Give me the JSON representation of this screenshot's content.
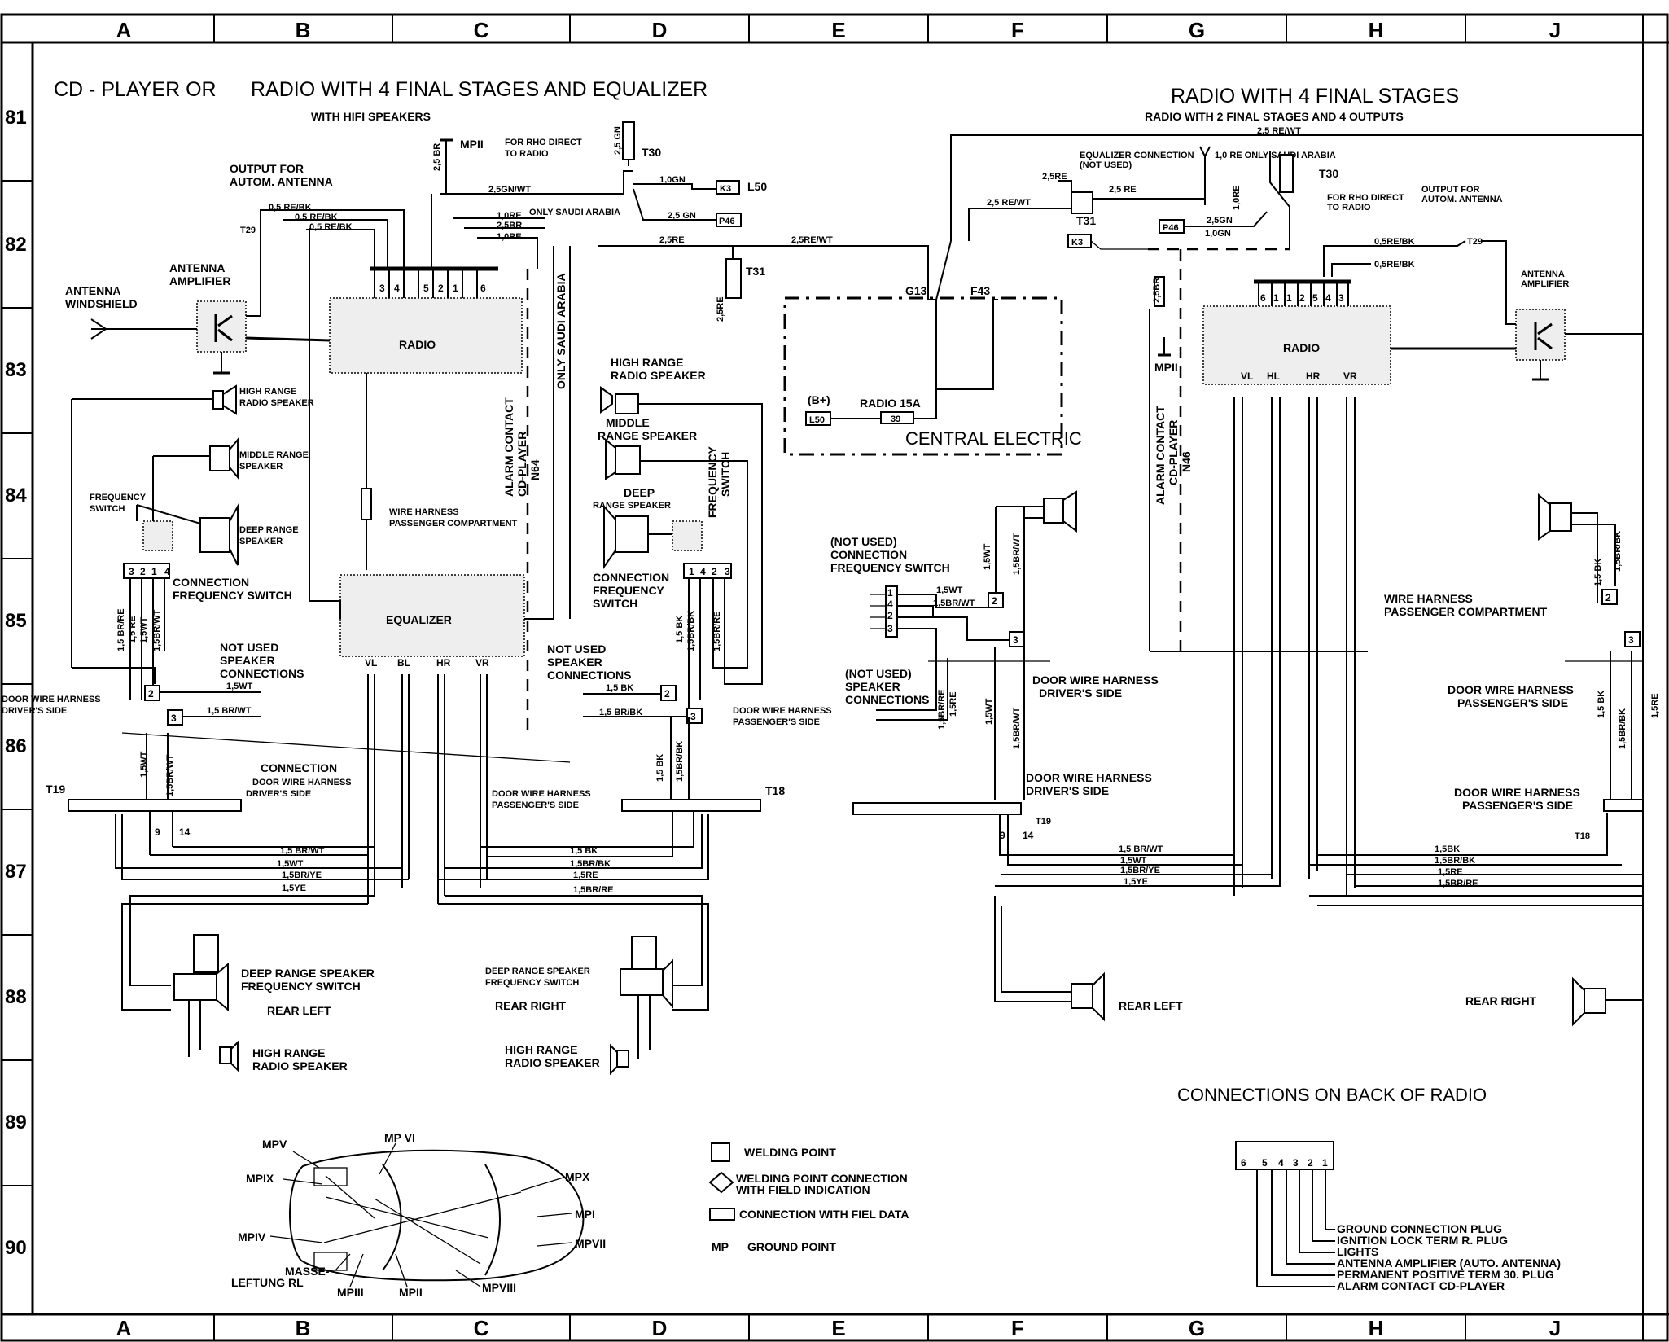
{
  "grid": {
    "columns": [
      "A",
      "B",
      "C",
      "D",
      "E",
      "F",
      "G",
      "H",
      "J"
    ],
    "rows": [
      "81",
      "82",
      "83",
      "84",
      "85",
      "86",
      "87",
      "88",
      "89",
      "90"
    ]
  },
  "left": {
    "title1": "CD - PLAYER OR",
    "title2": "RADIO WITH 4 FINAL STAGES AND EQUALIZER",
    "subtitle": "WITH HIFI SPEAKERS",
    "output_antenna": [
      "OUTPUT FOR",
      "AUTOM. ANTENNA"
    ],
    "antenna_windshield": [
      "ANTENNA",
      "WINDSHIELD"
    ],
    "antenna_amplifier": [
      "ANTENNA",
      "AMPLIFIER"
    ],
    "radio": "RADIO",
    "equalizer": "EQUALIZER",
    "mpii": "MPII",
    "t29": "T29",
    "t30": "T30",
    "t31": "T31",
    "l50": "L50",
    "k3": "K3",
    "p46": "P46",
    "rho": [
      "FOR RHO DIRECT",
      "TO RADIO"
    ],
    "only_saudi": "ONLY SAUDI ARABIA",
    "only_saudi_small": "ONLY SAUDI ARABIA",
    "alarm_contact": [
      "ALARM CONTACT",
      "CD-PLAYER",
      "N64"
    ],
    "wire_harness_pass": [
      "WIRE HARNESS",
      "PASSENGER COMPARTMENT"
    ],
    "high_range": [
      "HIGH RANGE",
      "RADIO SPEAKER"
    ],
    "middle_range": [
      "MIDDLE RANGE",
      "SPEAKER"
    ],
    "deep_range": [
      "DEEP RANGE",
      "SPEAKER"
    ],
    "freq_switch": [
      "FREQUENCY",
      "SWITCH"
    ],
    "conn_freq": [
      "CONNECTION",
      "FREQUENCY SWITCH"
    ],
    "not_used": [
      "NOT USED",
      "SPEAKER",
      "CONNECTIONS"
    ],
    "door_driver": [
      "DOOR WIRE HARNESS",
      "DRIVER'S SIDE"
    ],
    "conn_door_driver": [
      "CONNECTION",
      "DOOR WIRE HARNESS",
      "DRIVER'S SIDE"
    ],
    "door_pass": [
      "DOOR WIRE HARNESS",
      "PASSENGER'S SIDE"
    ],
    "t19": "T19",
    "t18": "T18",
    "d_high": [
      "HIGH RANGE",
      "RADIO SPEAKER"
    ],
    "d_middle": [
      "MIDDLE",
      "RANGE SPEAKER"
    ],
    "d_deep": [
      "DEEP",
      "RANGE SPEAKER"
    ],
    "d_freq": [
      "FREQUENCY",
      "SWITCH"
    ],
    "d_conn_freq": [
      "CONNECTION",
      "FREQUENCY",
      "SWITCH"
    ],
    "d_not_used": [
      "NOT USED",
      "SPEAKER",
      "CONNECTIONS"
    ],
    "rear_left_label": [
      "DEEP RANGE SPEAKER",
      "FREQUENCY SWITCH"
    ],
    "rear_left": "REAR LEFT",
    "rear_left_high": [
      "HIGH RANGE",
      "RADIO SPEAKER"
    ],
    "rear_right_label": [
      "DEEP RANGE SPEAKER",
      "FREQUENCY SWITCH"
    ],
    "rear_right": "REAR RIGHT",
    "rear_right_high": [
      "HIGH RANGE",
      "RADIO SPEAKER"
    ],
    "eq_pins": [
      "VL",
      "BL",
      "HR",
      "VR"
    ],
    "wires": {
      "w1": "0,5 RE/BK",
      "w2": "0,5 RE/BK",
      "w3": "0,5 RE/BK",
      "w4": "2,5GN/WT",
      "w5": "1,0RE",
      "w6": "2,5BR",
      "w7": "1,0RE",
      "w8": "2,5 BR",
      "w9": "2,5 GN",
      "w10": "1,0GN",
      "w11": "2,5 GN",
      "w12": "2,5RE",
      "w13": "2,5RE/WT",
      "w14": "2,5RE",
      "f1": "1,5 BR/RE",
      "f2": "1,5 RE",
      "f3": "1,5WT",
      "f4": "1,5BR/WT",
      "d1": "1,5WT",
      "d2": "1,5 BR/WT",
      "t19a": "1,5WT",
      "t19b": "1,5BR/WT",
      "p1": "1,5 BK",
      "p2": "1,5 BR/BK",
      "pf1": "1,5 BK",
      "pf2": "1,5BR/BK",
      "pf3": "1,5BR/RE",
      "pd1": "1,5 BK",
      "pd2": "1,5BR/BK",
      "b1": "1,5 BR/WT",
      "b2": "1,5WT",
      "b3": "1,5BR/YE",
      "b4": "1,5YE",
      "c1": "1,5 BK",
      "c2": "1,5BR/BK",
      "c3": "1,5RE",
      "c4": "1,5BR/RE"
    }
  },
  "central": {
    "g13": "G13",
    "f43": "F43",
    "bplus": "(B+)",
    "radio15a": "RADIO 15A",
    "l50": "L50",
    "fuse": "39",
    "central_electric": "CENTRAL ELECTRIC",
    "not_used_freq": [
      "(NOT USED)",
      "CONNECTION",
      "FREQUENCY SWITCH"
    ],
    "not_used_spk": [
      "(NOT USED)",
      "SPEAKER",
      "CONNECTIONS"
    ],
    "door_driver": [
      "DOOR WIRE HARNESS",
      "DRIVER'S SIDE"
    ],
    "door_driver2": [
      "DOOR WIRE HARNESS",
      "DRIVER'S SIDE"
    ],
    "t19": "T19",
    "wires": {
      "a": "1,5WT",
      "b": "1,5BR/WT",
      "c": "1,5BR/RE",
      "d": "1,5RE",
      "e": "1,5WT",
      "f": "1,5BR/WT",
      "g": "1,5WT",
      "h": "1,5BR/WT"
    }
  },
  "right": {
    "title": "RADIO WITH 4 FINAL STAGES",
    "subtitle": "RADIO WITH 2 FINAL STAGES AND 4 OUTPUTS",
    "top_wire": "2,5 RE/WT",
    "eq_conn": [
      "EQUALIZER CONNECTION",
      "(NOT USED)"
    ],
    "only_saudi": "1,0 RE ONLY SAUDI ARABIA",
    "t30": "T30",
    "t31": "T31",
    "p46": "P46",
    "k3": "K3",
    "t29": "T29",
    "rho": [
      "FOR RHO DIRECT",
      "TO RADIO"
    ],
    "output_antenna": [
      "OUTPUT FOR",
      "AUTOM. ANTENNA"
    ],
    "antenna_amp": [
      "ANTENNA",
      "AMPLIFIER"
    ],
    "radio": "RADIO",
    "mpii": "MPII",
    "alarm": [
      "ALARM CONTACT",
      "CD-PLAYER",
      "N46"
    ],
    "pins": [
      "VL",
      "HL",
      "HR",
      "VR"
    ],
    "wire_harness": [
      "WIRE HARNESS",
      "PASSENGER COMPARTMENT"
    ],
    "door_pass": [
      "DOOR WIRE HARNESS",
      "PASSENGER'S SIDE"
    ],
    "door_pass2": [
      "DOOR WIRE HARNESS",
      "PASSENGER'S SIDE"
    ],
    "t18": "T18",
    "rear_left": "REAR LEFT",
    "rear_right": "REAR RIGHT",
    "wires": {
      "a": "2,5RE",
      "b": "2,5 RE",
      "c": "2,5 RE/WT",
      "d": "2,5GN",
      "e": "1,0GN",
      "f": "0,5RE/BK",
      "g": "0,5RE/BK",
      "h": "2,5BR",
      "i": "1,0RE",
      "j": "1,5 BK",
      "k": "1,5BR/BK",
      "l": "1,5 BK",
      "m": "1,5BR/BK",
      "n": "1,5RE",
      "b1": "1,5 BR/WT",
      "b2": "1,5WT",
      "b3": "1,5BR/YE",
      "b4": "1,5YE",
      "c1": "1,5BK",
      "c2": "1,5BR/BK",
      "c3": "1,5RE",
      "c4": "1,5BR/RE"
    }
  },
  "connections": {
    "title": "CONNECTIONS ON BACK OF RADIO",
    "pins": [
      "6",
      "5",
      "4",
      "3",
      "2",
      "1"
    ],
    "items": [
      "GROUND CONNECTION PLUG",
      "IGNITION LOCK TERM R. PLUG",
      "LIGHTS",
      "ANTENNA AMPLIFIER (AUTO. ANTENNA)",
      "PERMANENT POSITIVE TERM 30. PLUG",
      "ALARM CONTACT CD-PLAYER"
    ]
  },
  "legend": {
    "welding": "WELDING POINT",
    "welding_conn": [
      "WELDING POINT CONNECTION",
      "WITH FIELD INDICATION"
    ],
    "conn_field": "CONNECTION WITH FIEL DATA",
    "mp": "MP",
    "ground": "GROUND POINT"
  },
  "car": {
    "labels": [
      "MPV",
      "MP VI",
      "MPX",
      "MPIX",
      "MPI",
      "MPIV",
      "MPVII",
      "MASSE-",
      "LEFTUNG RL",
      "MPIII",
      "MPII",
      "MPVIII"
    ]
  }
}
